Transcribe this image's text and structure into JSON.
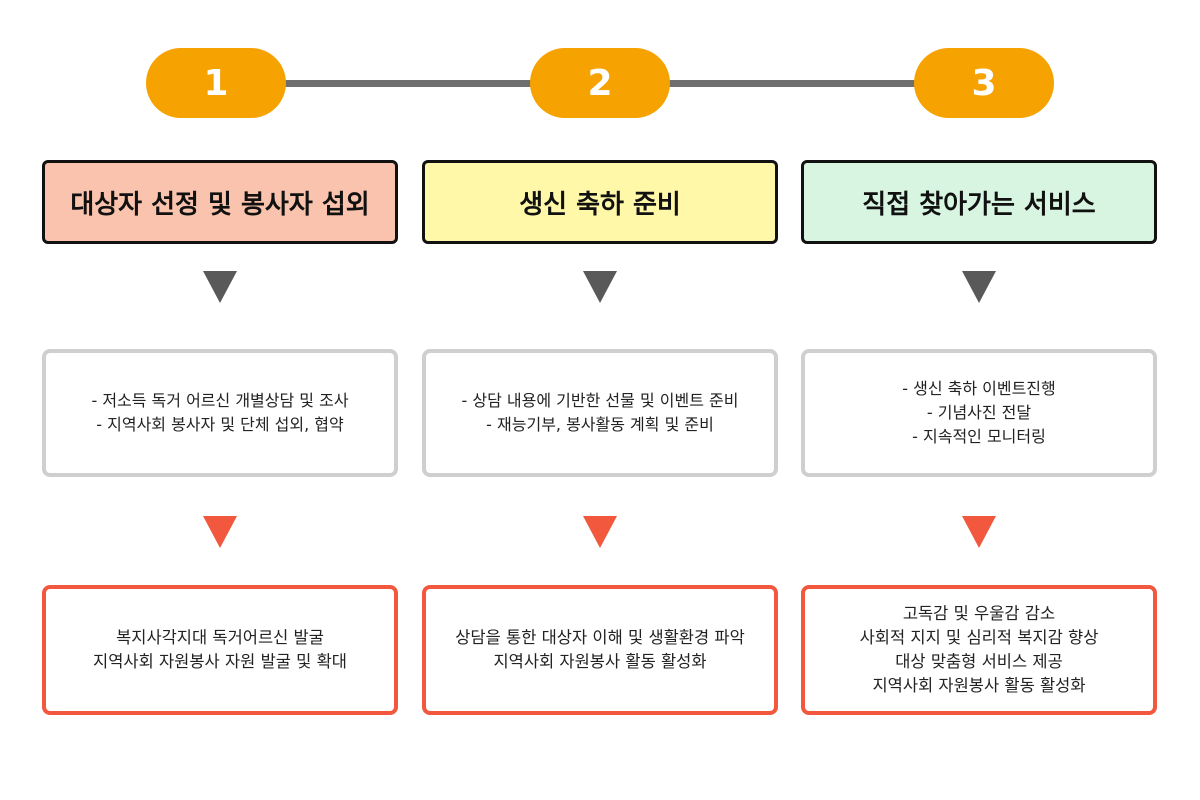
{
  "colors": {
    "step_badge": "#f6a200",
    "connector": "#6f6f6f",
    "title_1_bg": "#f9c3ad",
    "title_2_bg": "#fff8a8",
    "title_3_bg": "#d7f5e0",
    "arrow_gray": "#595959",
    "arrow_red": "#f2583e",
    "result_border": "#f2583e",
    "desc_border": "#cfcfcf"
  },
  "steps": [
    {
      "number": "1",
      "title": "대상자 선정 및 봉사자 섭외",
      "activities": [
        "- 저소득 독거 어르신 개별상담 및 조사",
        "- 지역사회 봉사자 및 단체 섭외, 협약"
      ],
      "results": [
        "복지사각지대 독거어르신 발굴",
        "지역사회 자원봉사 자원 발굴 및 확대"
      ]
    },
    {
      "number": "2",
      "title": "생신 축하 준비",
      "activities": [
        "- 상담 내용에 기반한 선물 및 이벤트 준비",
        "- 재능기부, 봉사활동 계획 및 준비"
      ],
      "results": [
        "상담을 통한 대상자 이해 및 생활환경 파악",
        "지역사회 자원봉사 활동 활성화"
      ]
    },
    {
      "number": "3",
      "title": "직접 찾아가는 서비스",
      "activities": [
        "- 생신 축하 이벤트진행",
        "- 기념사진 전달",
        "- 지속적인 모니터링"
      ],
      "results": [
        "고독감 및 우울감 감소",
        "사회적 지지 및 심리적 복지감 향상",
        "대상 맞춤형 서비스 제공",
        "지역사회 자원봉사 활동 활성화"
      ]
    }
  ]
}
